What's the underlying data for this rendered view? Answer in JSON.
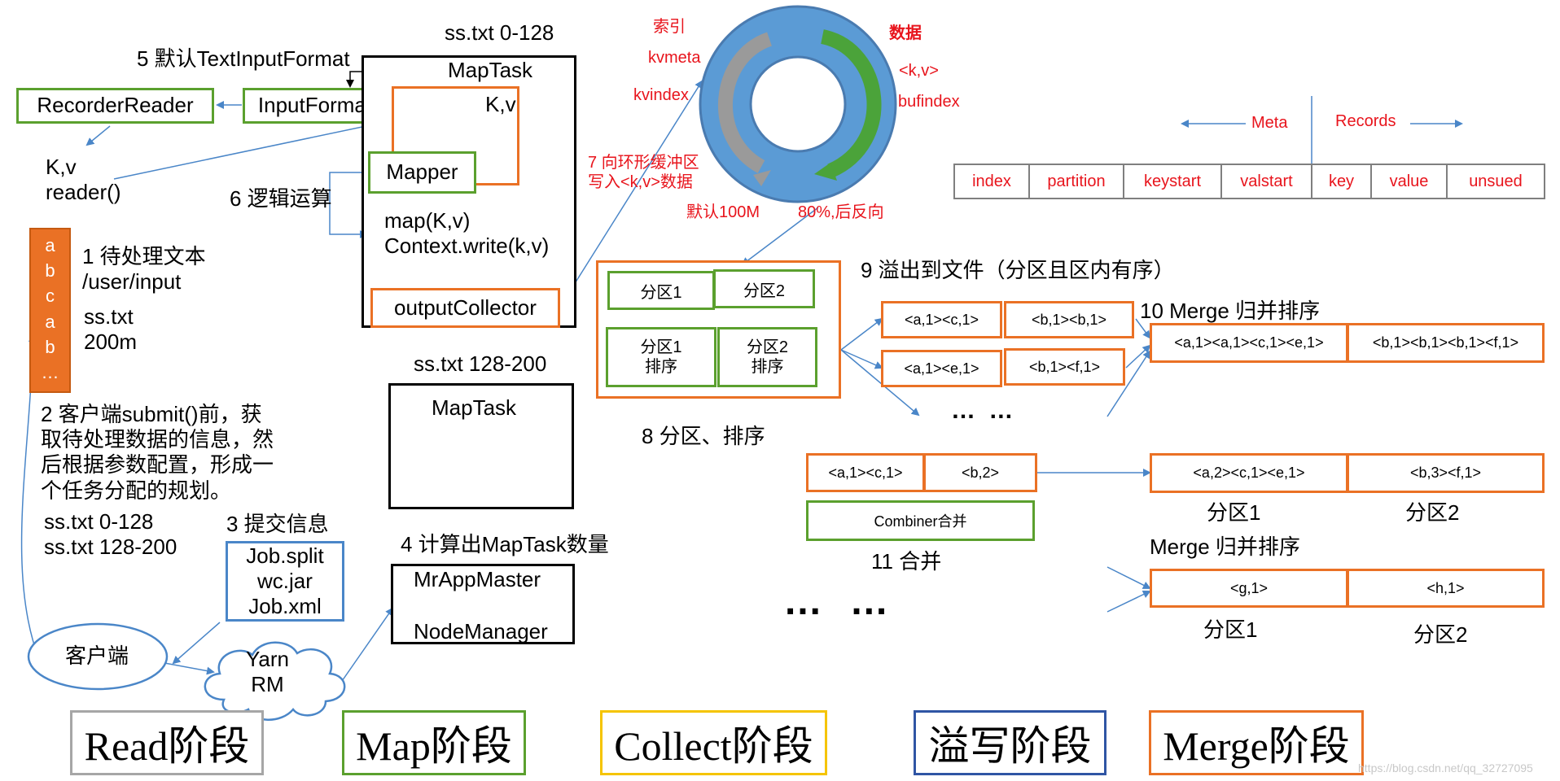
{
  "colors": {
    "green": "#5ba02e",
    "orange": "#ea7125",
    "blue": "#4a86c8",
    "red": "#e8141c",
    "grey": "#7f7f7f",
    "yellow": "#f5c400",
    "ring": "#5b9bd5"
  },
  "top": {
    "ss_txt_0_128": "ss.txt 0-128",
    "step5": "5 默认TextInputFormat",
    "recorder_reader": "RecorderReader",
    "input_format": "InputFormat",
    "maptask1": "MapTask",
    "kv_inner": "K,v",
    "kv_reader": "K,v\nreader()",
    "mapper": "Mapper",
    "step6": "6 逻辑运算",
    "map_call": "map(K,v)\nContext.write(k,v)",
    "output_collector": "outputCollector",
    "step7": "7 向环形缓冲区\n写入<k,v>数据"
  },
  "left": {
    "file_letters": "a\nb\nc\na\nb\n…",
    "step1": "1 待处理文本\n/user/input",
    "file_info": "ss.txt\n200m",
    "step2": "2 客户端submit()前，获\n取待处理数据的信息，然\n后根据参数配置，形成一\n个任务分配的规划。",
    "splits": "ss.txt  0-128\nss.txt  128-200",
    "step3": "3 提交信息",
    "job_files": "Job.split\nwc.jar\nJob.xml",
    "client": "客户端",
    "yarn": "Yarn\nRM"
  },
  "middle": {
    "ss_txt_128_200": "ss.txt 128-200",
    "maptask2": "MapTask",
    "step4": "4 计算出MapTask数量",
    "mr_app_master": "MrAppMaster",
    "node_manager": "NodeManager"
  },
  "ring": {
    "index_label": "索引",
    "kvmeta": "kvmeta",
    "kvindex": "kvindex",
    "data_label": "数据",
    "kv": "<k,v>",
    "bufindex": "bufindex",
    "default_size": "默认100M",
    "spill_threshold": "80%,后反向"
  },
  "meta": {
    "meta_label": "Meta",
    "records_label": "Records",
    "fields": [
      "index",
      "partition",
      "keystart",
      "valstart",
      "key",
      "value",
      "unsued"
    ]
  },
  "partition": {
    "p1": "分区1",
    "p2": "分区2",
    "p1_sort": "分区1\n排序",
    "p2_sort": "分区2\n排序",
    "step8": "8 分区、排序"
  },
  "spill": {
    "step9": "9 溢出到文件（分区且区内有序）",
    "f1a": "<a,1><c,1>",
    "f1b": "<b,1><b,1>",
    "f2a": "<a,1><e,1>",
    "f2b": "<b,1><f,1>",
    "dots": "… …"
  },
  "merge": {
    "step10": "10 Merge 归并排序",
    "m1": "<a,1><a,1><c,1><e,1>",
    "m2": "<b,1><b,1><b,1><f,1>"
  },
  "combine": {
    "c1": "<a,1><c,1>",
    "c2": "<b,2>",
    "combiner": "Combiner合并",
    "step11": "11 合并",
    "r1": "<a,2><c,1><e,1>",
    "r2": "<b,3><f,1>",
    "p1": "分区1",
    "p2": "分区2"
  },
  "merge2": {
    "title": "Merge 归并排序",
    "g": "<g,1>",
    "h": "<h,1>",
    "p1": "分区1",
    "p2": "分区2",
    "big_dots": "… …"
  },
  "phases": [
    "Read阶段",
    "Map阶段",
    "Collect阶段",
    "溢写阶段",
    "Merge阶段"
  ],
  "watermark": "https://blog.csdn.net/qq_32727095"
}
